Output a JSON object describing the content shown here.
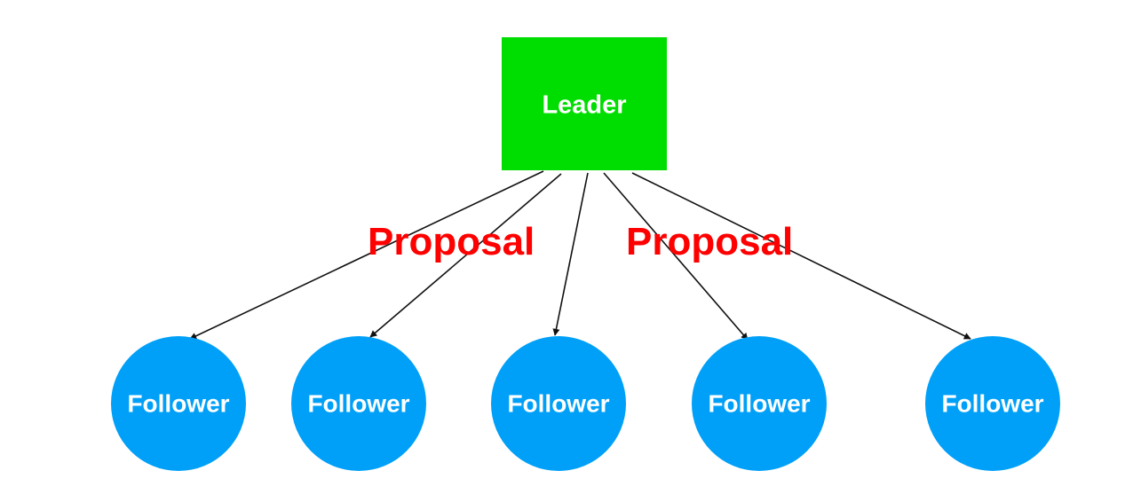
{
  "leader": {
    "label": "Leader",
    "color": "#00dd00"
  },
  "followers": [
    {
      "label": "Follower"
    },
    {
      "label": "Follower"
    },
    {
      "label": "Follower"
    },
    {
      "label": "Follower"
    },
    {
      "label": "Follower"
    }
  ],
  "follower_color": "#00a0f8",
  "edge_labels": [
    {
      "text": "Proposal"
    },
    {
      "text": "Proposal"
    }
  ],
  "edge_label_color": "#ff0000",
  "edge_color": "#111111"
}
